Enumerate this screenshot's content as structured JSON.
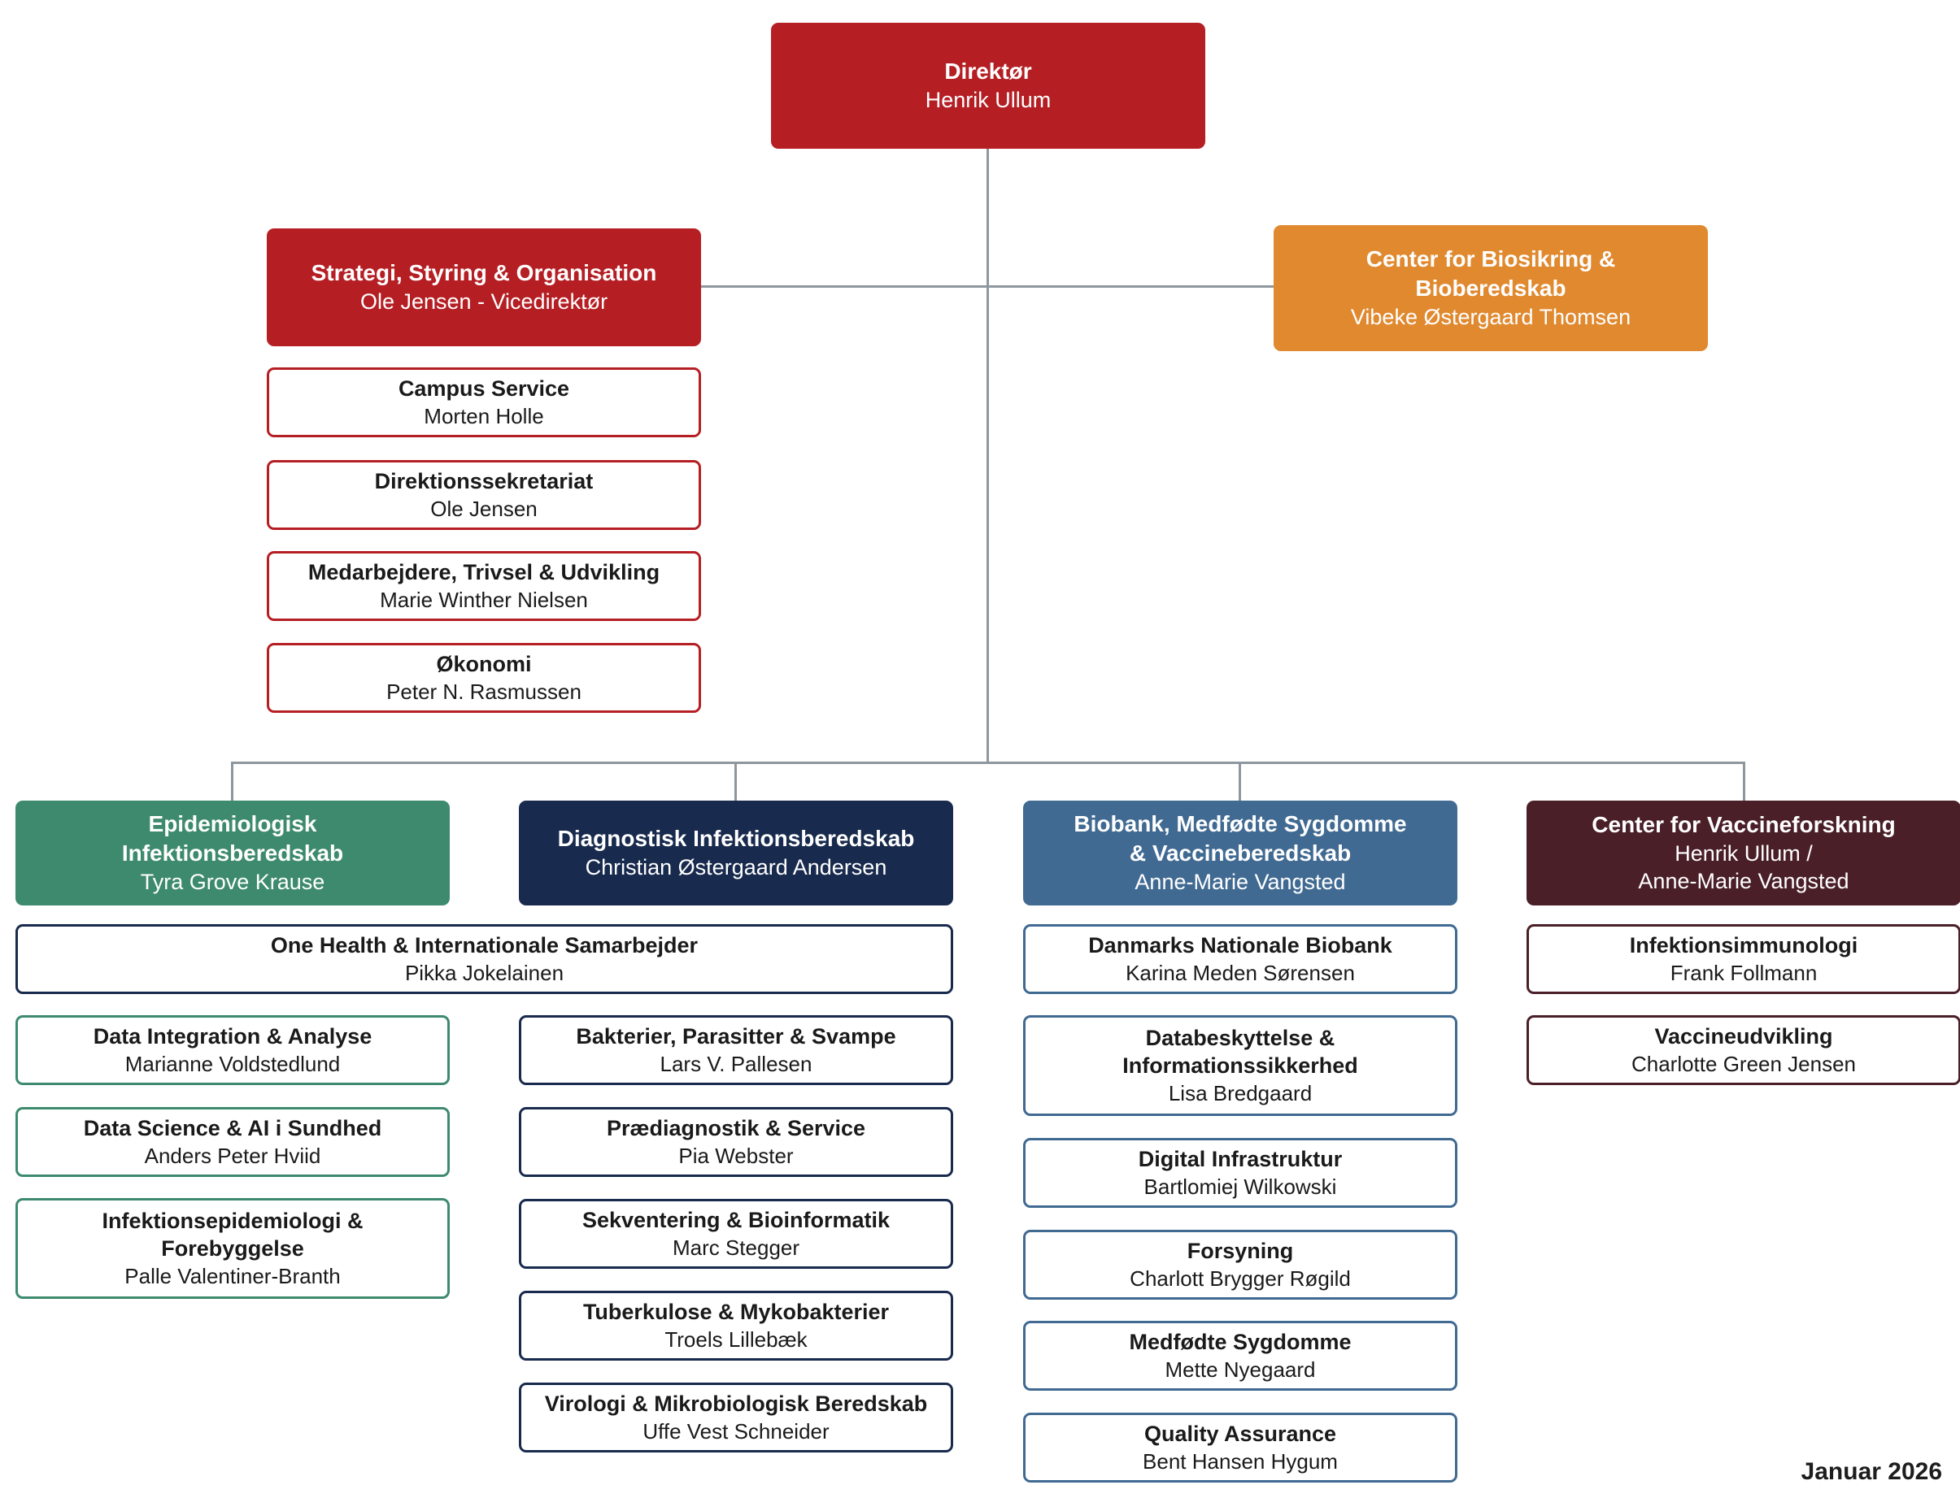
{
  "footer": "Januar 2026",
  "colors": {
    "red": "#b51f24",
    "orange": "#e0892f",
    "green": "#3d8a6e",
    "navy": "#182a4d",
    "steel": "#406a92",
    "maroon": "#4a1f28",
    "connector": "#8e979e"
  },
  "org": {
    "director": {
      "title": "Direktør",
      "name": "Henrik Ullum"
    },
    "strategy": {
      "title": "Strategi, Styring & Organisation",
      "name": "Ole Jensen - Vicedirektør",
      "units": [
        {
          "title": "Campus Service",
          "name": "Morten Holle"
        },
        {
          "title": "Direktionssekretariat",
          "name": "Ole Jensen"
        },
        {
          "title": "Medarbejdere, Trivsel & Udvikling",
          "name": "Marie Winther Nielsen"
        },
        {
          "title": "Økonomi",
          "name": "Peter N. Rasmussen"
        }
      ]
    },
    "biosecurity": {
      "title": "Center for Biosikring &\nBioberedskab",
      "name": "Vibeke Østergaard Thomsen"
    },
    "shared_unit": {
      "title": "One Health & Internationale Samarbejder",
      "name": "Pikka Jokelainen"
    },
    "divisions": [
      {
        "title": "Epidemiologisk\nInfektionsberedskab",
        "name": "Tyra Grove Krause",
        "units": [
          {
            "title": "Data Integration & Analyse",
            "name": "Marianne Voldstedlund"
          },
          {
            "title": "Data Science & AI i Sundhed",
            "name": "Anders Peter Hviid"
          },
          {
            "title": "Infektionsepidemiologi &\nForebyggelse",
            "name": "Palle Valentiner-Branth"
          }
        ]
      },
      {
        "title": "Diagnostisk Infektionsberedskab",
        "name": "Christian Østergaard Andersen",
        "units": [
          {
            "title": "Bakterier, Parasitter & Svampe",
            "name": "Lars V. Pallesen"
          },
          {
            "title": "Prædiagnostik & Service",
            "name": "Pia Webster"
          },
          {
            "title": "Sekventering & Bioinformatik",
            "name": "Marc Stegger"
          },
          {
            "title": "Tuberkulose & Mykobakterier",
            "name": "Troels Lillebæk"
          },
          {
            "title": "Virologi & Mikrobiologisk Beredskab",
            "name": "Uffe Vest Schneider"
          }
        ]
      },
      {
        "title": "Biobank, Medfødte Sygdomme\n& Vaccineberedskab",
        "name": "Anne-Marie Vangsted",
        "units": [
          {
            "title": "Danmarks Nationale Biobank",
            "name": "Karina Meden Sørensen"
          },
          {
            "title": "Databeskyttelse &\nInformationssikkerhed",
            "name": "Lisa Bredgaard"
          },
          {
            "title": "Digital Infrastruktur",
            "name": "Bartlomiej Wilkowski"
          },
          {
            "title": "Forsyning",
            "name": "Charlott Brygger Røgild"
          },
          {
            "title": "Medfødte Sygdomme",
            "name": "Mette Nyegaard"
          },
          {
            "title": "Quality Assurance",
            "name": "Bent Hansen Hygum"
          }
        ]
      },
      {
        "title": "Center for Vaccineforskning",
        "name": "Henrik Ullum /\nAnne-Marie Vangsted",
        "units": [
          {
            "title": "Infektionsimmunologi",
            "name": "Frank Follmann"
          },
          {
            "title": "Vaccineudvikling",
            "name": "Charlotte Green Jensen"
          }
        ]
      }
    ]
  }
}
